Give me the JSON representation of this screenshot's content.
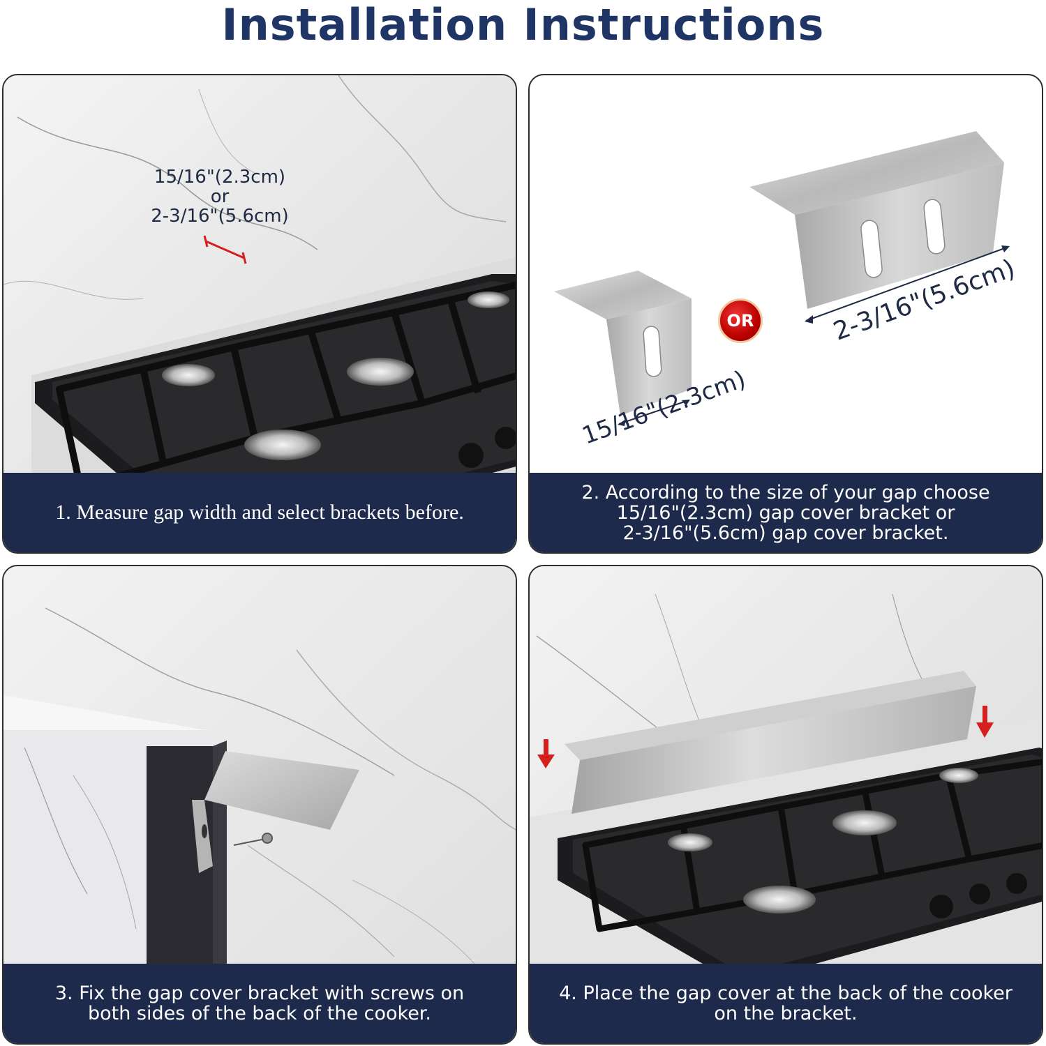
{
  "title": "Installation Instructions",
  "steps": [
    {
      "caption": "1. Measure gap width and select brackets before.",
      "measure_line1": "15/16\"(2.3cm)",
      "measure_line2": "or",
      "measure_line3": "2-3/16\"(5.6cm)"
    },
    {
      "caption_lines": [
        "2. According to the size of your gap choose",
        "15/16\"(2.3cm) gap cover bracket or",
        "2-3/16\"(5.6cm) gap cover bracket."
      ],
      "small_bracket_label": "15/16\"(2.3cm)",
      "large_bracket_label": "2-3/16\"(5.6cm)",
      "or_badge": "OR"
    },
    {
      "caption_lines": [
        "3. Fix the gap cover bracket with screws on",
        "both sides of the back of the cooker."
      ]
    },
    {
      "caption_lines": [
        "4. Place the gap cover at the back of the cooker",
        "on the bracket."
      ]
    }
  ],
  "colors": {
    "title": "#1f3566",
    "caption_bar": "#1e2a4c",
    "arrow": "#d51f1f",
    "badge": "#c40000"
  }
}
